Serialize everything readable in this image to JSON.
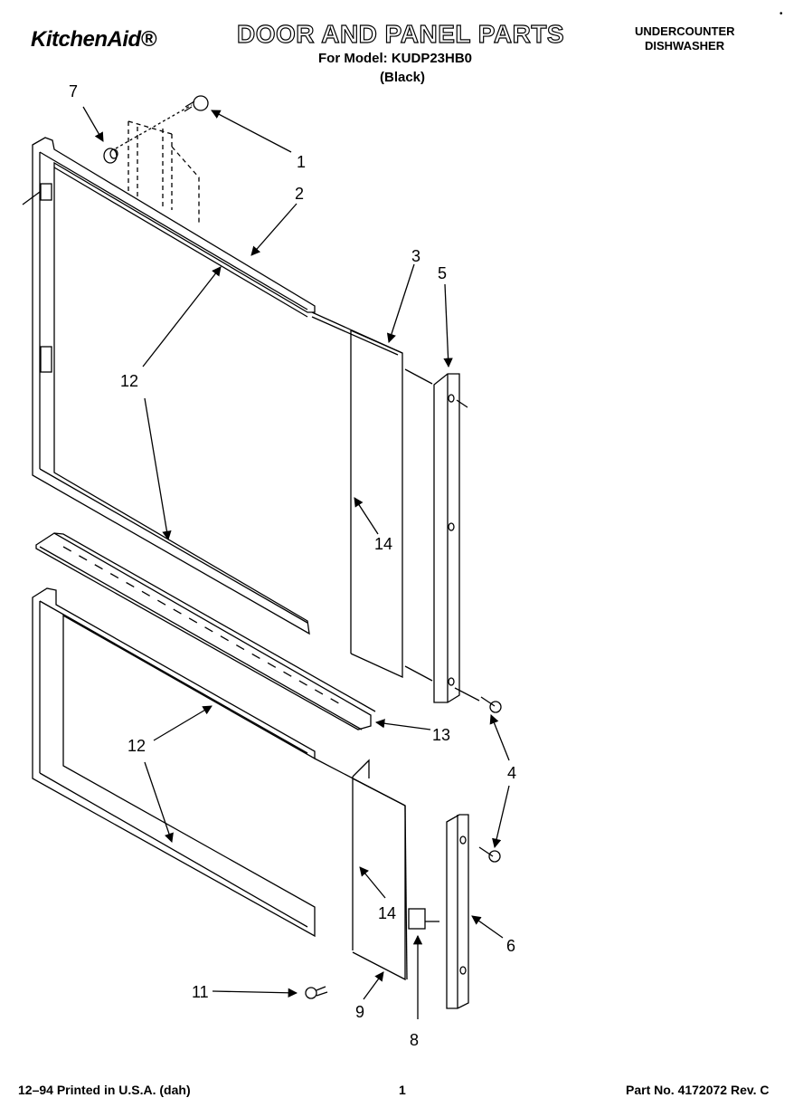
{
  "header": {
    "brand": "KitchenAid®",
    "title": "DOOR AND PANEL PARTS",
    "model_line": "For Model: KUDP23HB0",
    "color_line": "(Black)",
    "category_line1": "UNDERCOUNTER",
    "category_line2": "DISHWASHER",
    "corner_mark": "•"
  },
  "callouts": [
    "7",
    "1",
    "2",
    "3",
    "5",
    "12",
    "14",
    "13",
    "4",
    "12",
    "6",
    "14",
    "11",
    "9",
    "8"
  ],
  "footer": {
    "left": "12–94 Printed in U.S.A. (dah)",
    "page": "1",
    "part_no": "Part No. 4172072 Rev. C"
  }
}
